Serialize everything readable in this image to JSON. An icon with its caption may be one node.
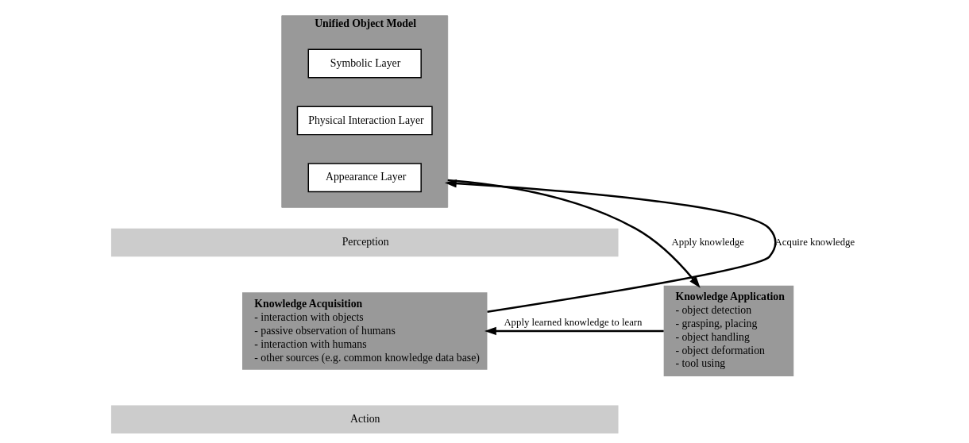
{
  "diagram": {
    "nodes": [
      {
        "text": [
          "Unified Object Model"
        ]
      },
      {
        "text": [
          "Symbolic Layer"
        ],
        "in": 0
      },
      {
        "text": [
          "Physical Interaction Layer"
        ],
        "in": 0
      },
      {
        "text": [
          "Appearance Layer"
        ],
        "in": 0
      },
      {
        "text": [
          "Perception"
        ]
      },
      {
        "text": [
          "Action"
        ]
      },
      {
        "text": [
          "Knowledge Acquisition",
          "- interaction with objects",
          "- passive observation of humans",
          "- interaction with humans",
          "- other sources (e.g. common knowledge data base)"
        ]
      },
      {
        "text": [
          "Knowledge Application",
          "- object detection",
          "- grasping, placing",
          "- object handling",
          "- object deformation",
          "- tool using"
        ]
      }
    ],
    "edges": [
      {
        "from": 6,
        "to": 0,
        "arrow": "to",
        "label": "Acquire knowledge"
      },
      {
        "from": 0,
        "to": 7,
        "arrow": "to",
        "label": "Apply knowledge"
      },
      {
        "from": 7,
        "to": 6,
        "arrow": "to",
        "label": "Apply learned knowledge to learn"
      }
    ]
  }
}
